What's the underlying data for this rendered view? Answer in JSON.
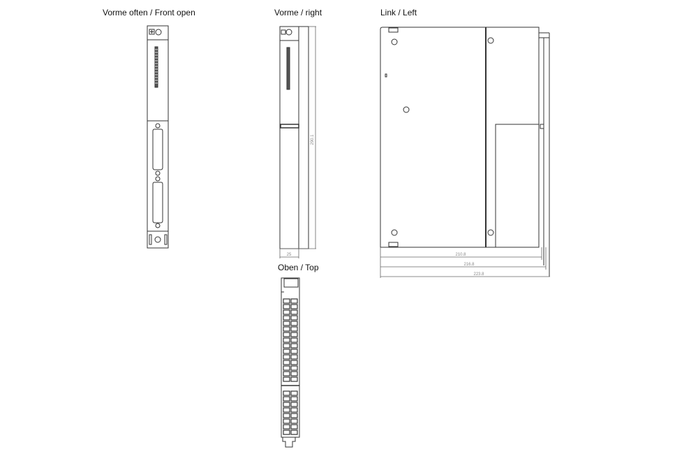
{
  "views": {
    "front_open": {
      "title": "Vorme often / Front open"
    },
    "front_right": {
      "title": "Vorme / right",
      "dim_height": "290.1",
      "dim_width": "25"
    },
    "left": {
      "title": "Link / Left",
      "dim_1": "210.8",
      "dim_2": "216.8",
      "dim_3": "223.8"
    },
    "top": {
      "title": "Oben / Top"
    }
  },
  "colors": {
    "line": "#333333",
    "dim_line": "#666666",
    "dim_text": "#888888",
    "background": "#ffffff"
  }
}
